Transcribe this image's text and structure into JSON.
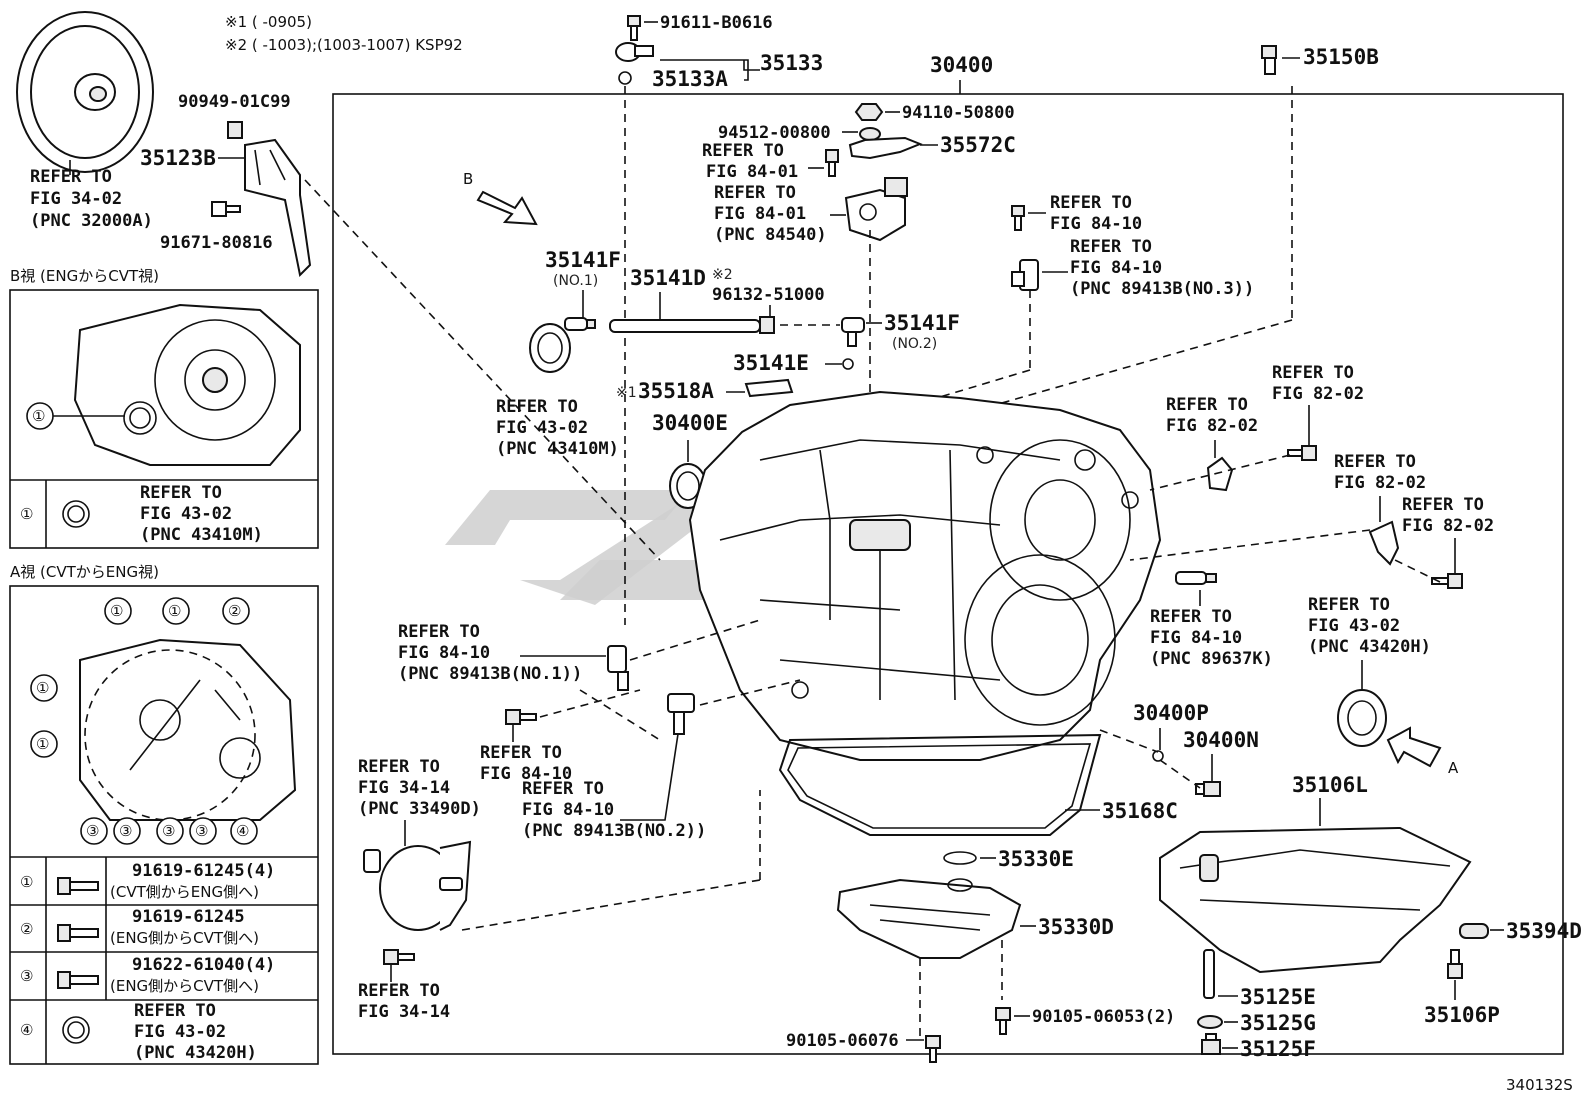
{
  "notes": {
    "n1": "※1 (      -0905)",
    "n2": "※2 (      -1003);(1003-1007) KSP92"
  },
  "torque_converter": {
    "ref1": "REFER TO",
    "ref2": "FIG 34-02",
    "ref3": "(PNC 32000A)"
  },
  "labels": {
    "p90949": "90949-01C99",
    "p35123B": "35123B",
    "p91671": "91671-80816",
    "p91611": "91611-B0616",
    "p35133": "35133",
    "p35133A": "35133A",
    "p30400": "30400",
    "p35150B": "35150B",
    "p94110": "94110-50800",
    "p94512": "94512-00800",
    "p35572C": "35572C",
    "ref_84_01a_1": "REFER TO",
    "ref_84_01a_2": "FIG 84-01",
    "ref_84_01b_1": "REFER TO",
    "ref_84_01b_2": "FIG 84-01",
    "ref_84_01b_3": "(PNC 84540)",
    "ref_84_10a_1": "REFER TO",
    "ref_84_10a_2": "FIG 84-10",
    "ref_84_10b_1": "REFER TO",
    "ref_84_10b_2": "FIG 84-10",
    "ref_84_10b_3": "(PNC 89413B(NO.3))",
    "arrowB": "B",
    "p35141F_1": "35141F",
    "p35141F_1_no": "(NO.1)",
    "p35141D": "35141D",
    "p35141D_note": "※2",
    "p96132": "96132-51000",
    "p35141F_2": "35141F",
    "p35141F_2_no": "(NO.2)",
    "p35141E": "35141E",
    "p35518A_note": "※1",
    "p35518A": "35518A",
    "p30400E": "30400E",
    "ref_43_02a_1": "REFER TO",
    "ref_43_02a_2": "FIG 43-02",
    "ref_43_02a_3": "(PNC 43410M)",
    "ref_82_02a_1": "REFER TO",
    "ref_82_02a_2": "FIG 82-02",
    "ref_82_02b_1": "REFER TO",
    "ref_82_02b_2": "FIG 82-02",
    "ref_82_02c_1": "REFER TO",
    "ref_82_02c_2": "FIG 82-02",
    "ref_82_02d_1": "REFER TO",
    "ref_82_02d_2": "FIG 82-02",
    "ref_84_10c_1": "REFER TO",
    "ref_84_10c_2": "FIG 84-10",
    "ref_84_10c_3": "(PNC 89637K)",
    "ref_43_02b_1": "REFER TO",
    "ref_43_02b_2": "FIG 43-02",
    "ref_43_02b_3": "(PNC 43420H)",
    "ref_84_10d_1": "REFER TO",
    "ref_84_10d_2": "FIG 84-10",
    "ref_84_10d_3": "(PNC 89413B(NO.1))",
    "ref_84_10e_1": "REFER TO",
    "ref_84_10e_2": "FIG 84-10",
    "ref_84_10f_1": "REFER TO",
    "ref_84_10f_2": "FIG 84-10",
    "ref_84_10f_3": "(PNC 89413B(NO.2))",
    "ref_34_14a_1": "REFER TO",
    "ref_34_14a_2": "FIG 34-14",
    "ref_34_14a_3": "(PNC 33490D)",
    "ref_34_14b_1": "REFER TO",
    "ref_34_14b_2": "FIG 34-14",
    "p30400P": "30400P",
    "p30400N": "30400N",
    "p35106L": "35106L",
    "arrowA": "A",
    "p35168C": "35168C",
    "p35330E": "35330E",
    "p35330D": "35330D",
    "p35394D": "35394D",
    "p35125E": "35125E",
    "p35125G": "35125G",
    "p35125F": "35125F",
    "p35106P": "35106P",
    "p90105_06053": "90105-06053(2)",
    "p90105_06076": "90105-06076",
    "diagram_code": "340132S"
  },
  "view_b": {
    "title": "B視 (ENGからCVT視)",
    "marker": "①",
    "row_num": "①",
    "row_ref1": "REFER TO",
    "row_ref2": "FIG 43-02",
    "row_ref3": "(PNC 43410M)"
  },
  "view_a": {
    "title": "A視 (CVTからENG視)",
    "markers": [
      "①",
      "①",
      "②",
      "①",
      "①",
      "③",
      "③",
      "③",
      "③",
      "④"
    ],
    "rows": [
      {
        "num": "①",
        "part": "91619-61245(4)",
        "desc": "(CVT側からENG側へ)"
      },
      {
        "num": "②",
        "part": "91619-61245",
        "desc": "(ENG側からCVT側へ)"
      },
      {
        "num": "③",
        "part": "91622-61040(4)",
        "desc": "(ENG側からCVT側へ)"
      },
      {
        "num": "④",
        "part": "REFER TO",
        "desc": "FIG 43-02",
        "desc2": "(PNC 43420H)"
      }
    ]
  }
}
